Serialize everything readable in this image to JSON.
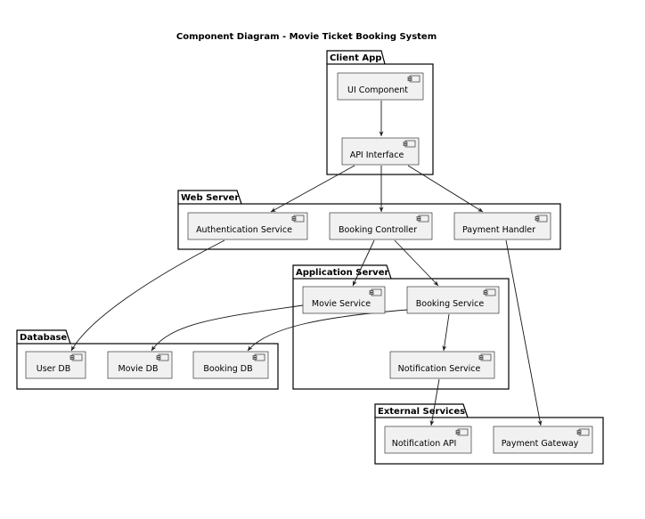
{
  "title": "Component Diagram - Movie Ticket Booking System",
  "packages": {
    "client_app": "Client App",
    "web_server": "Web Server",
    "application_server": "Application Server",
    "database": "Database",
    "external_services": "External Services"
  },
  "components": {
    "ui_component": "UI Component",
    "api_interface": "API Interface",
    "authentication_service": "Authentication Service",
    "booking_controller": "Booking Controller",
    "payment_handler": "Payment Handler",
    "movie_service": "Movie Service",
    "booking_service": "Booking Service",
    "notification_service": "Notification Service",
    "user_db": "User DB",
    "movie_db": "Movie DB",
    "booking_db": "Booking DB",
    "notification_api": "Notification API",
    "payment_gateway": "Payment Gateway"
  },
  "icons": {
    "component": "component-icon",
    "arrowhead": "arrowhead-icon"
  }
}
